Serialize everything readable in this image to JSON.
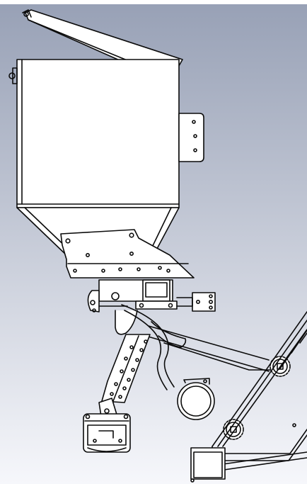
{
  "window": {
    "title": ""
  },
  "drawing": {
    "background_gradient_top": "#98a1b6",
    "background_gradient_bottom": "#f6f7fb",
    "line_color": "#0b0b0b",
    "fill_color": "#ffffff",
    "shading_color": "#d5d8df"
  },
  "parts": [
    "hinged-lid",
    "hopper-box",
    "side-mount-plate",
    "hopper-funnel",
    "mount-flange",
    "valve-block",
    "side-bracket",
    "adjustable-arm",
    "hose-loop",
    "hose-clamp-ring",
    "wheel-bracket",
    "sprocket-upper",
    "sprocket-lower",
    "frame-rail",
    "frame-foot"
  ]
}
